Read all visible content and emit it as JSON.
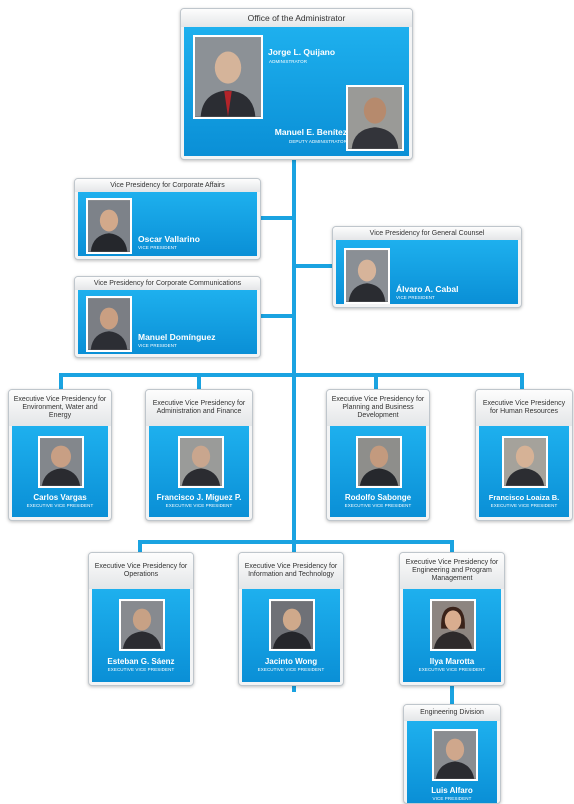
{
  "top": {
    "title": "Office of the Administrator",
    "administrator": {
      "name": "Jorge L. Quijano",
      "title": "ADMINISTRATOR"
    },
    "deputy": {
      "name": "Manuel E. Benítez",
      "title": "DEPUTY ADMINISTRATOR"
    }
  },
  "vice_presidencies": [
    {
      "unit": "Vice Presidency for Corporate Affairs",
      "name": "Oscar Vallarino",
      "title": "VICE PRESIDENT"
    },
    {
      "unit": "Vice Presidency for General Counsel",
      "name": "Álvaro A. Cabal",
      "title": "VICE PRESIDENT"
    },
    {
      "unit": "Vice Presidency for Corporate Communications",
      "name": "Manuel Domínguez",
      "title": "VICE PRESIDENT"
    }
  ],
  "executive_row1": [
    {
      "unit": "Executive Vice Presidency for Environment, Water and Energy",
      "name": "Carlos Vargas",
      "title": "EXECUTIVE VICE PRESIDENT"
    },
    {
      "unit": "Executive Vice Presidency for Administration and Finance",
      "name": "Francisco J. Míguez P.",
      "title": "EXECUTIVE VICE PRESIDENT"
    },
    {
      "unit": "Executive Vice Presidency for Planning and Business Development",
      "name": "Rodolfo Sabonge",
      "title": "EXECUTIVE VICE PRESIDENT"
    },
    {
      "unit": "Executive Vice Presidency for Human Resources",
      "name": "Francisco Loaiza B.",
      "title": "EXECUTIVE VICE PRESIDENT"
    }
  ],
  "executive_row2": [
    {
      "unit": "Executive Vice Presidency for Operations",
      "name": "Esteban G. Sáenz",
      "title": "EXECUTIVE VICE PRESIDENT"
    },
    {
      "unit": "Executive Vice Presidency for Information and Technology",
      "name": "Jacinto Wong",
      "title": "EXECUTIVE VICE PRESIDENT"
    },
    {
      "unit": "Executive Vice Presidency for Engineering and Program Management",
      "name": "Ilya Marotta",
      "title": "EXECUTIVE VICE PRESIDENT"
    }
  ],
  "division": {
    "unit": "Engineering Division",
    "name": "Luis Alfaro",
    "title": "VICE PRESIDENT"
  },
  "colors": {
    "accent": "#1aa3e1",
    "card_border": "#bfc6cc"
  },
  "icons": {
    "portrait": "person-portrait-icon"
  }
}
